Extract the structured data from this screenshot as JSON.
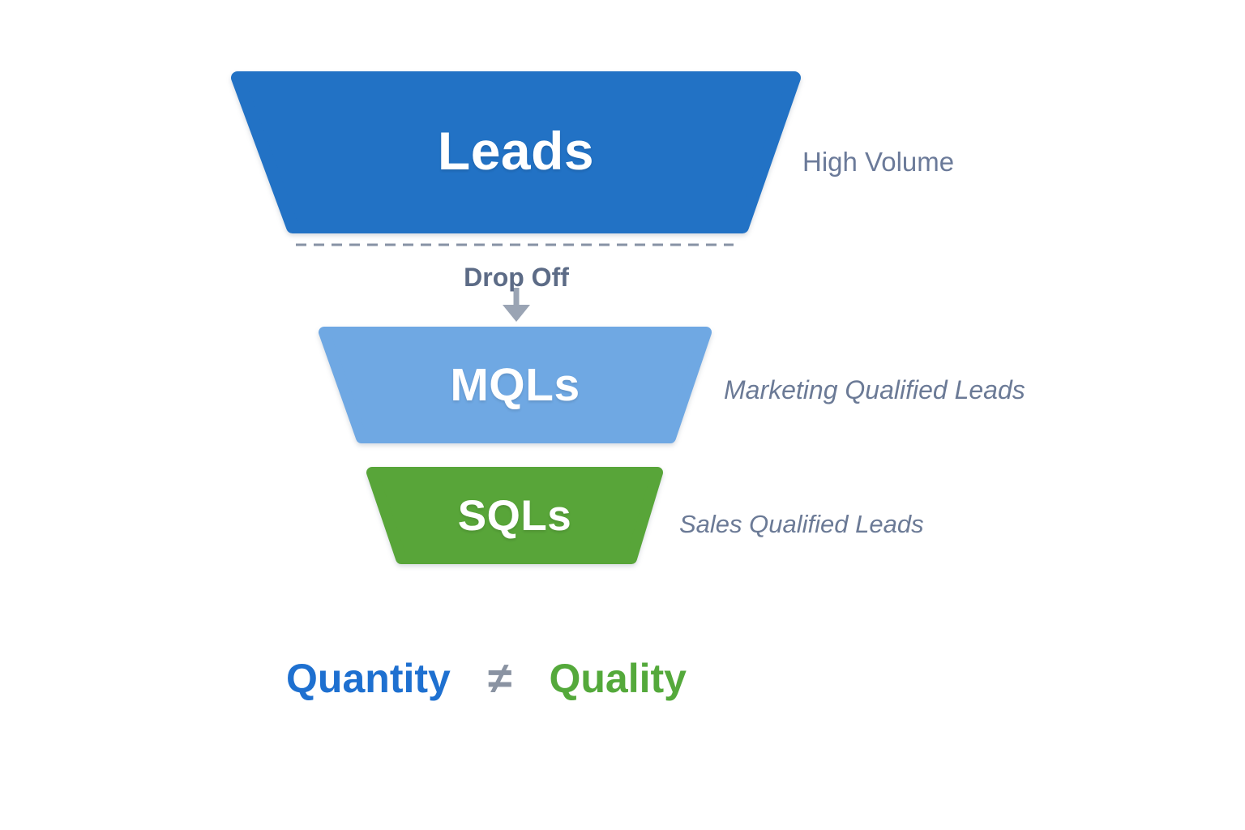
{
  "funnel": {
    "stages": [
      {
        "label": "Leads",
        "annotation": "High Volume",
        "color": "#2272c5"
      },
      {
        "label": "MQLs",
        "annotation": "Marketing Qualified Leads",
        "color": "#6fa8e3"
      },
      {
        "label": "SQLs",
        "annotation": "Sales Qualified Leads",
        "color": "#58a539"
      }
    ],
    "drop_off": {
      "label": "Drop Off"
    }
  },
  "equation": {
    "left": "Quantity",
    "operator": "≠",
    "right": "Quality",
    "left_color": "#1e70d0",
    "operator_color": "#8a93a2",
    "right_color": "#54a93b"
  },
  "colors": {
    "background": "#ffffff",
    "annotation_text": "#6b7a96",
    "drop_off_text": "#5c6b86",
    "dashed_line": "#8792a5",
    "arrow": "#9aa4b4",
    "stage_label_text": "#ffffff"
  }
}
